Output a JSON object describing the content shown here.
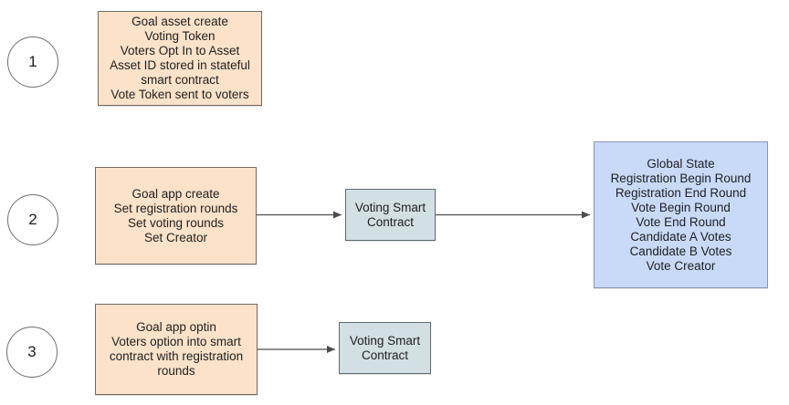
{
  "colors": {
    "page_bg": "#ffffff",
    "step_box_fill": "#fbe2c8",
    "step_box_border": "#6f6a60",
    "contract_box_fill": "#d2dfe3",
    "contract_box_border": "#5f6b70",
    "state_box_fill": "#c9daf8",
    "state_box_border": "#8795ba",
    "circle_fill": "#ffffff",
    "circle_border": "#6f6f6f",
    "arrow": "#4d4d4d",
    "text": "#202124"
  },
  "steps": [
    {
      "number": "1",
      "text": "Goal asset create\nVoting Token\nVoters Opt In to Asset\nAsset ID stored in stateful\nsmart contract\nVote Token sent to voters"
    },
    {
      "number": "2",
      "text": "Goal app create\nSet registration rounds\nSet voting rounds\nSet Creator"
    },
    {
      "number": "3",
      "text": "Goal app optin\nVoters option into smart\ncontract with registration\nrounds"
    }
  ],
  "contracts": [
    {
      "label": "Voting Smart\nContract"
    },
    {
      "label": "Voting Smart\nContract"
    }
  ],
  "global_state": {
    "text": "Global State\nRegistration Begin Round\nRegistration End Round\nVote Begin Round\nVote End Round\nCandidate A Votes\nCandidate B Votes\nVote Creator"
  }
}
